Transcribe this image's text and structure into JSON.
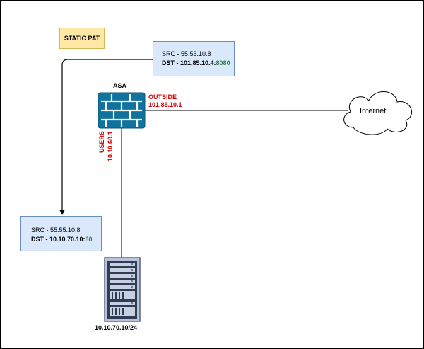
{
  "static_pat": "STATIC PAT",
  "nat_outside": {
    "src": "SRC - 55.55.10.8",
    "dst_prefix": "DST - 101.85.10.4:",
    "dst_port": "8080"
  },
  "nat_inside": {
    "src": "SRC - 55.55.10.8",
    "dst_prefix": "DST - 10.10.70.10:",
    "dst_port": "80"
  },
  "firewall": {
    "name": "ASA",
    "outside_name": "OUTSIDE",
    "outside_ip": "101.85.10.1",
    "users_name": "USERS",
    "users_ip": "10.10.60.1"
  },
  "internet": "Internet",
  "server_network": "10.10.70.10/24",
  "colors": {
    "interface_label": "#cc0000",
    "port": "#2e7d4f",
    "nat_box_fill": "#dae8fc",
    "pat_box_fill": "#ffe7a6"
  }
}
